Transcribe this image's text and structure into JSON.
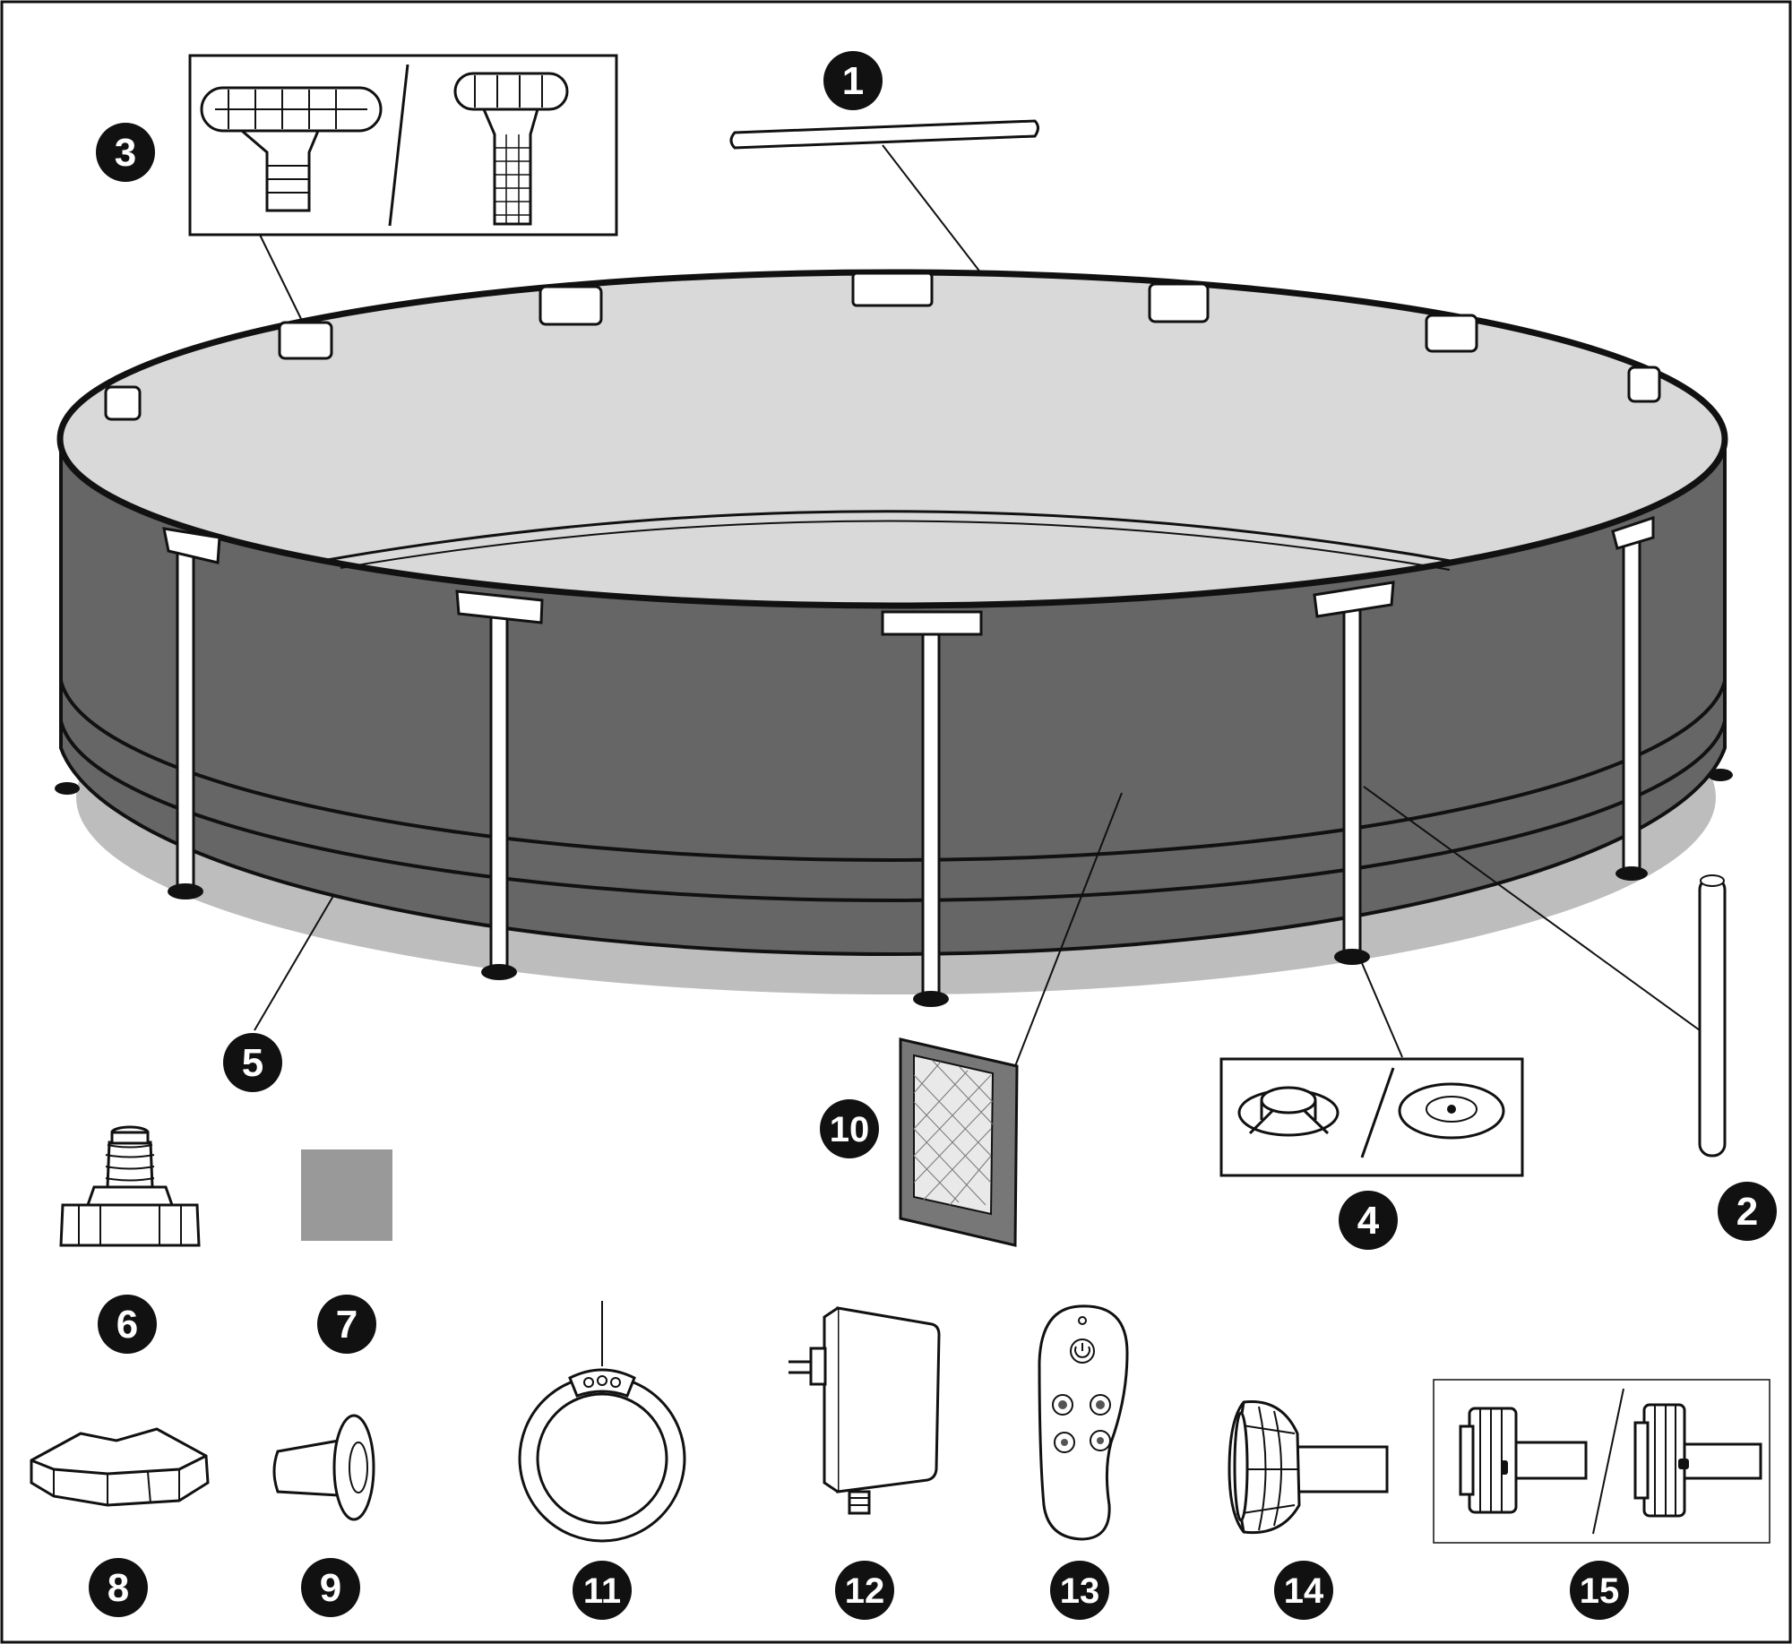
{
  "diagram": {
    "colors": {
      "wall": "#666666",
      "water": "#d9d9d9",
      "ground_shadow": "#bdbdbd",
      "outline": "#111111",
      "frame_part": "#ffffff",
      "patch": "#999999",
      "badge": "#111111"
    },
    "parts": [
      {
        "number": "1",
        "icon": "horizontal-beam-icon"
      },
      {
        "number": "2",
        "icon": "vertical-leg-icon"
      },
      {
        "number": "3",
        "icon": "t-joint-icon"
      },
      {
        "number": "4",
        "icon": "leg-cap-icon"
      },
      {
        "number": "5",
        "icon": "pool-liner-icon"
      },
      {
        "number": "6",
        "icon": "drain-valve-icon"
      },
      {
        "number": "7",
        "icon": "repair-patch-icon"
      },
      {
        "number": "8",
        "icon": "drain-cap-icon"
      },
      {
        "number": "9",
        "icon": "strainer-plug-icon"
      },
      {
        "number": "10",
        "icon": "leak-patch-icon"
      },
      {
        "number": "11",
        "icon": "led-ring-light-icon"
      },
      {
        "number": "12",
        "icon": "power-adapter-icon"
      },
      {
        "number": "13",
        "icon": "remote-control-icon"
      },
      {
        "number": "14",
        "icon": "inlet-strainer-icon"
      },
      {
        "number": "15",
        "icon": "inlet-connector-icon"
      }
    ]
  }
}
